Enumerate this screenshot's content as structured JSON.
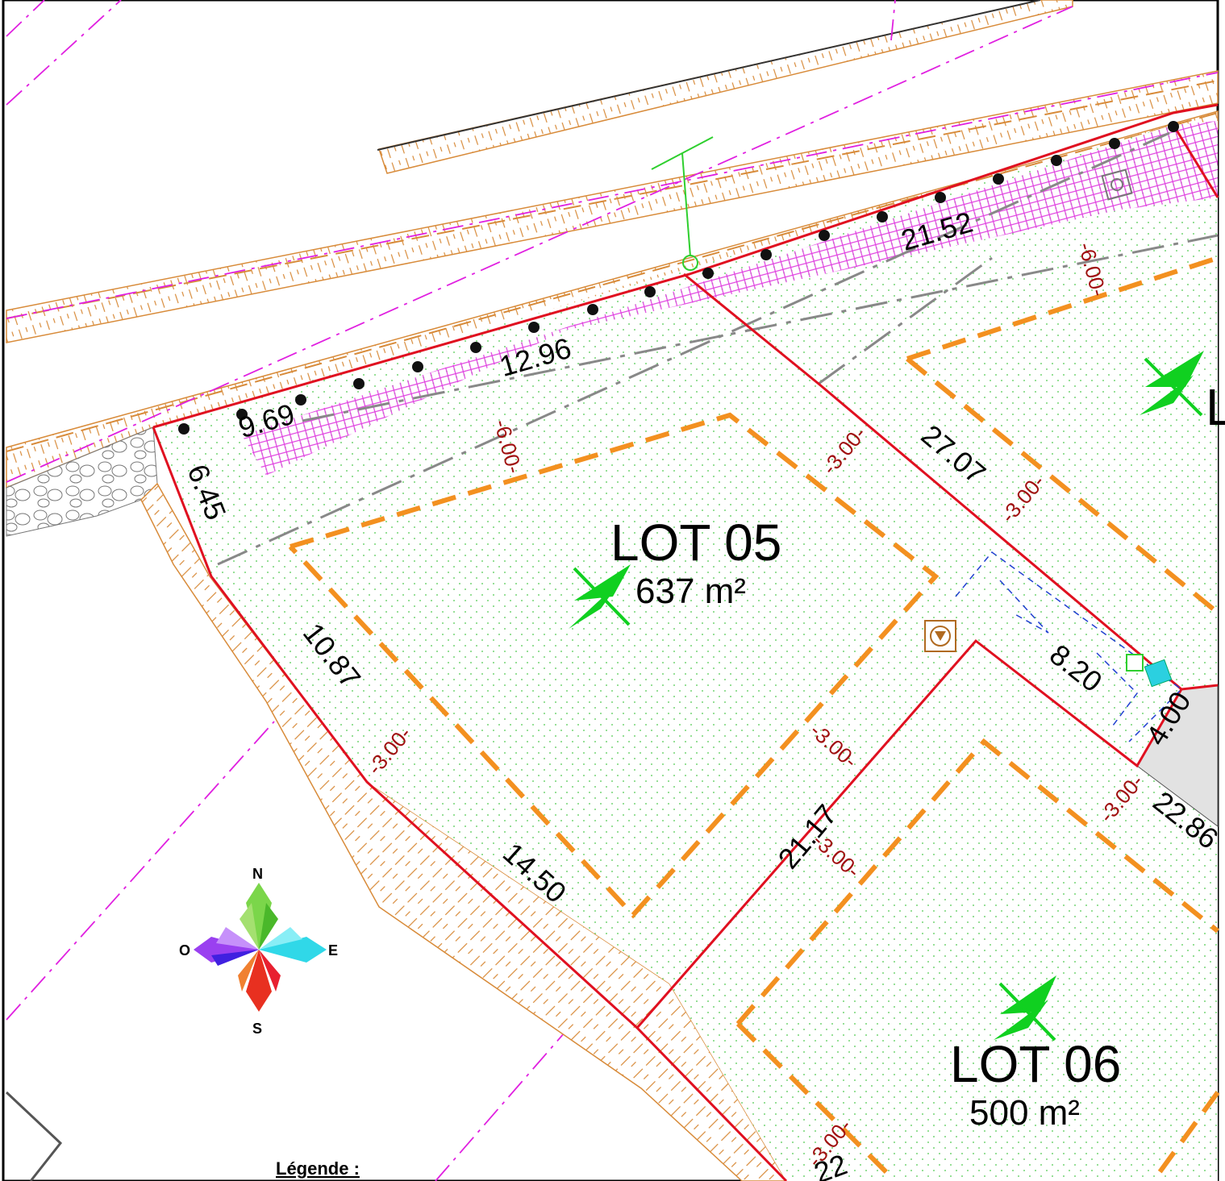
{
  "lots": [
    {
      "name": "LOT 05",
      "area": "637 m²"
    },
    {
      "name": "LOT 06",
      "area": "500 m²"
    }
  ],
  "dimensions": {
    "d_969": "9.69",
    "d_1296": "12.96",
    "d_2152": "21.52",
    "d_645": "6.45",
    "d_1087": "10.87",
    "d_1450": "14.50",
    "d_2707": "27.07",
    "d_2117": "21.17",
    "d_820": "8.20",
    "d_400": "4.00",
    "d_2286": "22.86",
    "d_cut": "22"
  },
  "setbacks": {
    "six": "-6.00-",
    "three": "-3.00-"
  },
  "partial_lot_letter": "L",
  "compass": {
    "north": "N",
    "south": "S",
    "east": "E",
    "west": "O"
  },
  "legend": {
    "title": "Légende :"
  },
  "colors": {
    "lot_boundary": "#e01020",
    "building_zone": "#f39020",
    "slope": "#d88b3a",
    "utility_line": "#e020e0",
    "green_symbol": "#10d020",
    "setback_text": "#a01010"
  }
}
